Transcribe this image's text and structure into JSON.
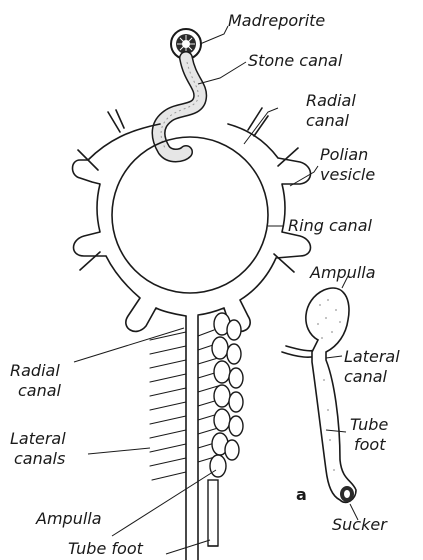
{
  "labels": {
    "madreporite": "Madreporite",
    "stone_canal": "Stone canal",
    "radial_canal_top_1": "Radial",
    "radial_canal_top_2": "canal",
    "polian_vesicle_1": "Polian",
    "polian_vesicle_2": "vesicle",
    "ring_canal": "Ring canal",
    "ampulla_top": "Ampulla",
    "lateral_canal_right_1": "Lateral",
    "lateral_canal_right_2": "canal",
    "tube_foot_right_1": "Tube",
    "tube_foot_right_2": "foot",
    "sucker": "Sucker",
    "figure_letter": "a",
    "radial_canal_left_1": "Radial",
    "radial_canal_left_2": "canal",
    "lateral_canals_left_1": "Lateral",
    "lateral_canals_left_2": "canals",
    "ampulla_bottom": "Ampulla",
    "tube_foot_bottom": "Tube foot"
  }
}
